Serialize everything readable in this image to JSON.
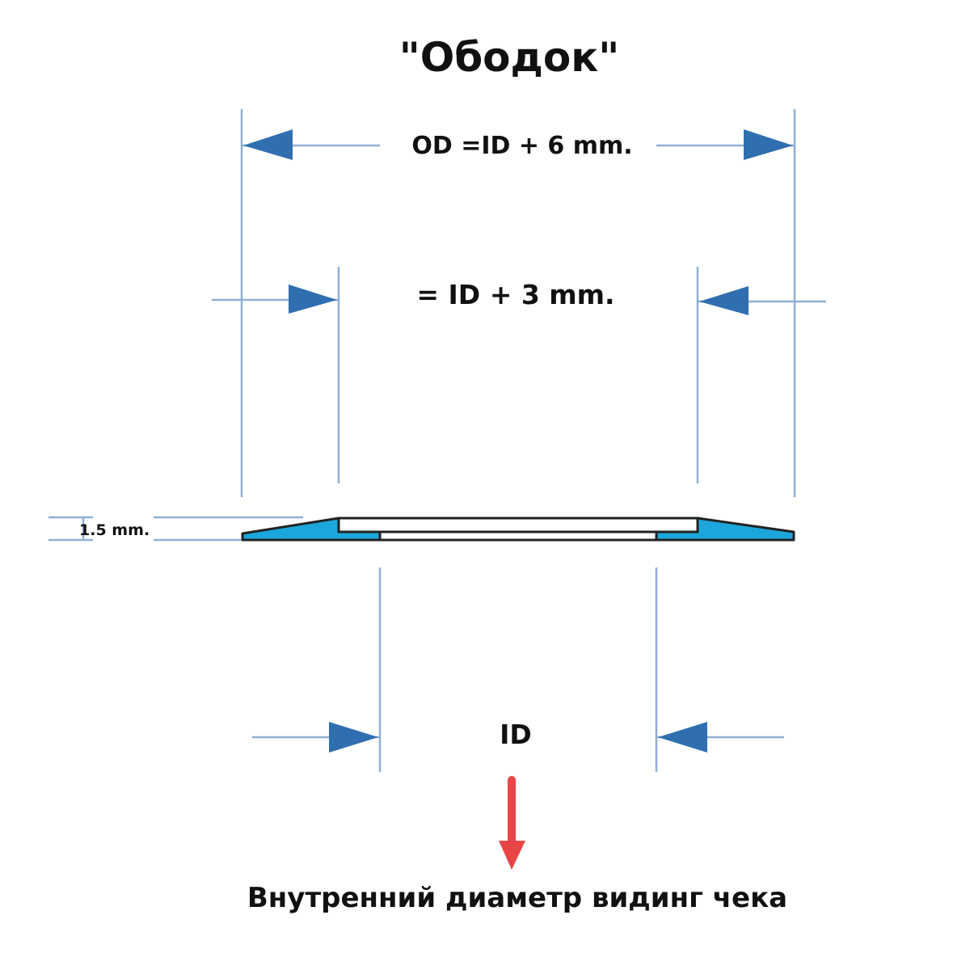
{
  "title": "\"Ободок\"",
  "labels": {
    "od": "OD =ID + 6 mm.",
    "mid": "= ID + 3 mm.",
    "id": "ID",
    "thickness": "1.5 mm.",
    "caption": "Внутренний диаметр видинг чека"
  },
  "colors": {
    "dimension_line": "#8fb0d6",
    "arrow": "#2f6fb0",
    "profile_fill": "#1ba7db",
    "profile_stroke": "#222222",
    "pointer_arrow": "#e84646"
  }
}
